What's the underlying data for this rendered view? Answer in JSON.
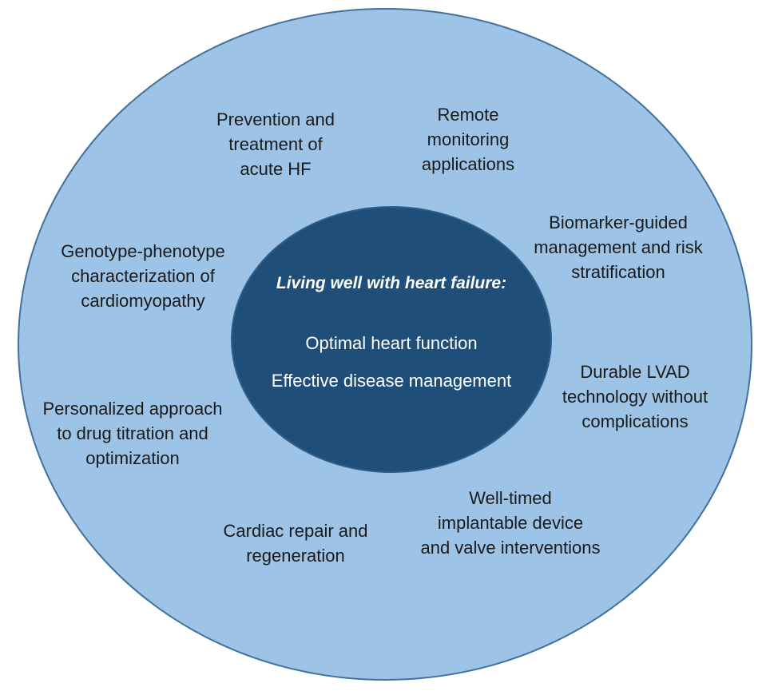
{
  "center": {
    "title": "Living well with heart failure:",
    "lines": [
      "Optimal heart function",
      "Effective disease management"
    ]
  },
  "outer_items": [
    "Prevention and\ntreatment of\nacute HF",
    "Remote\nmonitoring\napplications",
    "Biomarker-guided\nmanagement and risk\nstratification",
    "Durable LVAD\ntechnology without\ncomplications",
    "Well-timed\nimplantable device\nand valve interventions",
    "Cardiac repair and\nregeneration",
    "Personalized approach\nto drug titration and\noptimization",
    "Genotype-phenotype\ncharacterization of\ncardiomyopathy"
  ],
  "colors": {
    "outer_fill": "#9dc3e6",
    "outer_border": "#41719c",
    "inner_fill": "#1f4e79",
    "outer_text": "#1a1a1a",
    "inner_text": "#ffffff"
  }
}
